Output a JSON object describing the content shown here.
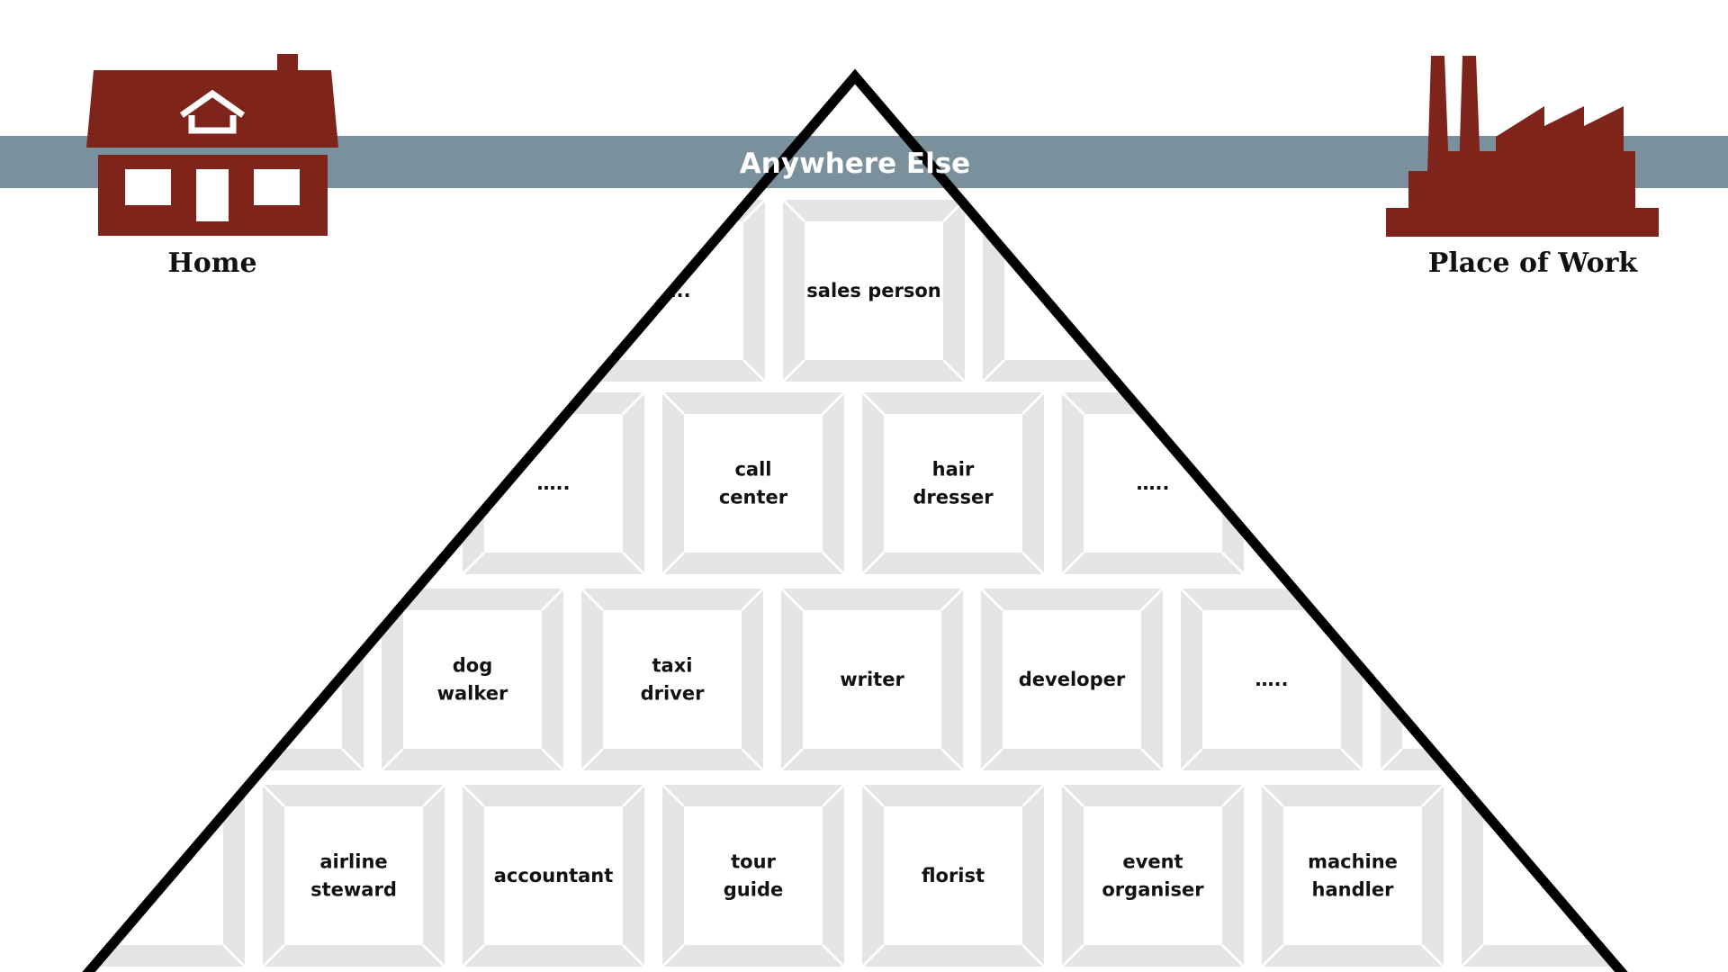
{
  "banner": {
    "label": "Anywhere Else",
    "color": "#7a909c"
  },
  "home": {
    "label": "Home",
    "icon": "house-icon",
    "color": "#7f241b"
  },
  "work": {
    "label": "Place of Work",
    "icon": "factory-icon",
    "color": "#7f241b"
  },
  "pyramid": {
    "outline_color": "#000000",
    "tile_bevel_color": "#e4e4e6",
    "rows": [
      [
        "…..",
        "sales person",
        ""
      ],
      [
        "…..",
        "call center",
        "hair dresser",
        "….."
      ],
      [
        "",
        "dog walker",
        "taxi driver",
        "writer",
        "developer",
        "…..",
        ""
      ],
      [
        "",
        "airline steward",
        "accountant",
        "tour guide",
        "florist",
        "event organiser",
        "machine handler",
        ""
      ]
    ]
  }
}
